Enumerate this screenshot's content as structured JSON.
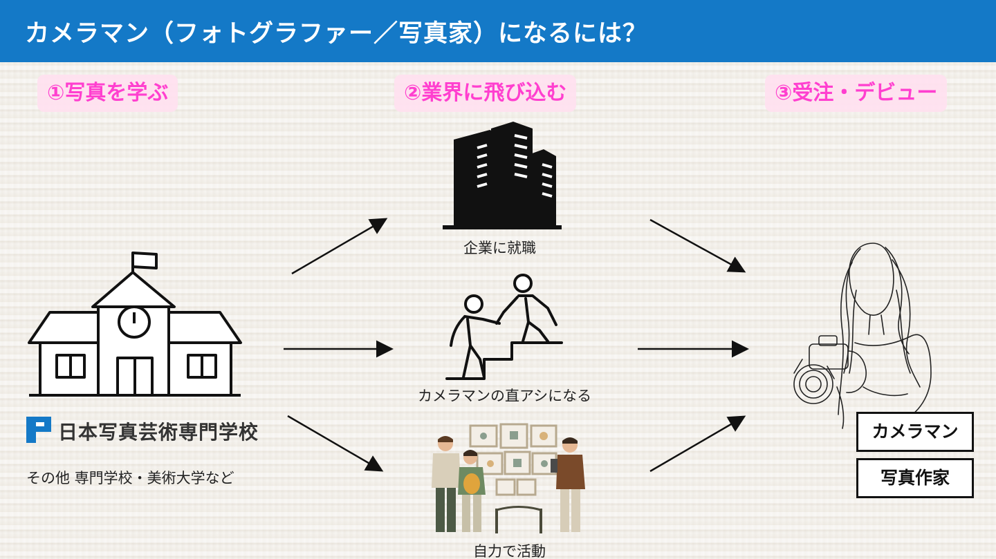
{
  "header": {
    "title": "カメラマン（フォトグラファー／写真家）になるには？",
    "bg_color": "#1479c7"
  },
  "steps": [
    {
      "label": "①写真を学ぶ"
    },
    {
      "label": "②業界に飛び込む"
    },
    {
      "label": "③受注・デビュー"
    }
  ],
  "step_color": "#ff3fcf",
  "study": {
    "school_name": "日本写真芸術専門学校",
    "other_schools": "その他 専門学校・美術大学など",
    "icon": "school-building-icon"
  },
  "paths": [
    {
      "label": "企業に就職",
      "icon": "office-buildings-icon"
    },
    {
      "label": "カメラマンの直アシになる",
      "icon": "helping-climb-icon"
    },
    {
      "label": "自力で活動",
      "icon": "gallery-viewers-icon"
    }
  ],
  "outcomes": [
    {
      "label": "カメラマン"
    },
    {
      "label": "写真作家"
    }
  ],
  "outcome_icon": "photographer-woman-icon"
}
